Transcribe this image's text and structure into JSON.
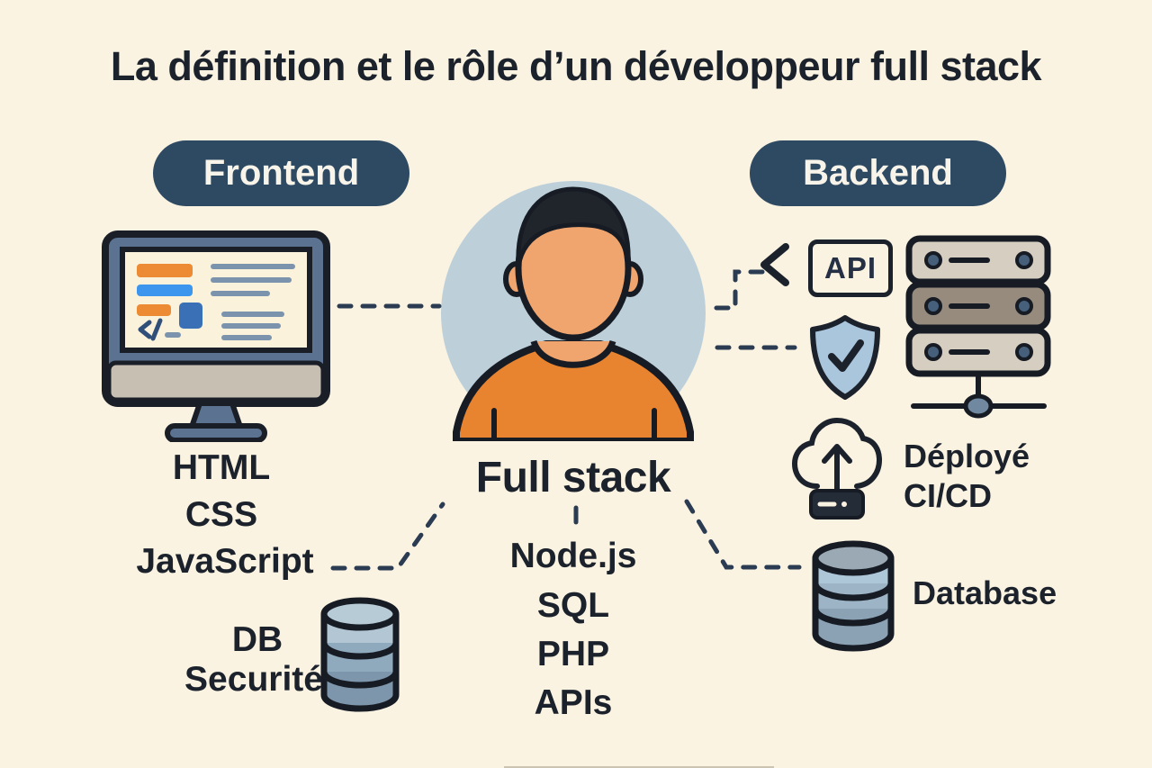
{
  "title": "La définition et le rôle d’un développeur full stack",
  "colors": {
    "background": "#fbf3e2",
    "text": "#1c222c",
    "pill": "#2e4a63",
    "pill_text": "#f8f4ea",
    "avatar_circle": "#bdd0da",
    "shirt_orange": "#e8842f",
    "skin": "#f0a56e",
    "dashed_line": "#2a3b52",
    "screen_orange": "#ec8b33",
    "screen_blue": "#3d96ee",
    "server_beige": "#d6cec0",
    "server_brown": "#968b7d",
    "shield_blue": "#aac6dd"
  },
  "frontend": {
    "label": "Frontend",
    "icon": "monitor-icon",
    "skills": [
      "HTML",
      "CSS",
      "JavaScript"
    ],
    "extra_skills": [
      "DB",
      "Securité"
    ],
    "extra_icon": "database-icon"
  },
  "center": {
    "label": "Full stack",
    "icon": "developer-avatar",
    "skills": [
      "Node.js",
      "SQL",
      "PHP",
      "APIs"
    ]
  },
  "backend": {
    "label": "Backend",
    "api_badge": "API",
    "icons": [
      "chevron-left-icon",
      "api-badge",
      "shield-check-icon",
      "server-stack-icon",
      "cloud-upload-icon",
      "database-icon"
    ],
    "deploy_line1": "Déployé",
    "deploy_line2": "CI/CD",
    "database_label": "Database"
  }
}
